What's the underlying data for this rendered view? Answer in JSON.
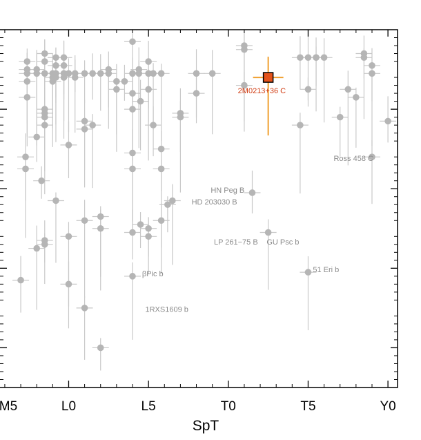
{
  "chart_data": {
    "type": "scatter",
    "title": "",
    "xlabel": "SpT",
    "ylabel": "",
    "xlim": [
      -4.3,
      20.6
    ],
    "ylim": [
      0,
      9
    ],
    "x_ticks": [
      {
        "value": -5,
        "label": "M5"
      },
      {
        "value": 0,
        "label": "L0"
      },
      {
        "value": 5,
        "label": "L5"
      },
      {
        "value": 10,
        "label": "T0"
      },
      {
        "value": 15,
        "label": "T5"
      },
      {
        "value": 20,
        "label": "Y0"
      }
    ],
    "y_major_ticks": [
      1,
      3,
      5,
      7
    ],
    "y_minor_ticks": [
      0.2,
      0.4,
      0.6,
      0.8,
      1.2,
      1.4,
      1.6,
      1.8,
      2.2,
      2.4,
      2.6,
      2.8,
      3.2,
      3.4,
      3.6,
      3.8,
      4.2,
      4.4,
      4.6,
      4.8,
      5.2,
      5.4,
      5.6,
      5.8,
      6.2,
      6.4,
      6.6,
      6.8,
      7.2,
      7.4,
      7.6,
      7.8,
      8.2,
      8.4,
      8.6,
      8.8
    ],
    "grid": false,
    "colors": {
      "points": "#b5b5b5",
      "error_bars": "#c8c8c8",
      "highlight_fill": "#e5531b",
      "highlight_bar": "#f0a030",
      "highlight_label": "#d03a10"
    },
    "series": [
      {
        "name": "",
        "points": [
          {
            "x": -2.6,
            "y": 8.2
          },
          {
            "x": -2.6,
            "y": 8.0
          },
          {
            "x": -2.6,
            "y": 7.9
          },
          {
            "x": -2.6,
            "y": 7.7
          },
          {
            "x": -2.6,
            "y": 7.3
          },
          {
            "x": -2.0,
            "y": 8.0
          },
          {
            "x": -2.0,
            "y": 7.9
          },
          {
            "x": -2.0,
            "y": 6.3
          },
          {
            "x": -2.0,
            "y": 3.5
          },
          {
            "x": -1.5,
            "y": 8.4
          },
          {
            "x": -1.5,
            "y": 8.2
          },
          {
            "x": -1.5,
            "y": 7.9
          },
          {
            "x": -1.5,
            "y": 7.0
          },
          {
            "x": -1.5,
            "y": 6.9
          },
          {
            "x": -1.5,
            "y": 6.8
          },
          {
            "x": -1.5,
            "y": 6.6
          },
          {
            "x": -1.5,
            "y": 3.7
          },
          {
            "x": -1.5,
            "y": 3.6
          },
          {
            "x": -1.0,
            "y": 7.9
          },
          {
            "x": -1.0,
            "y": 7.8
          },
          {
            "x": -1.0,
            "y": 7.7
          },
          {
            "x": -0.8,
            "y": 8.3
          },
          {
            "x": -0.8,
            "y": 8.1
          },
          {
            "x": -0.8,
            "y": 7.9
          },
          {
            "x": -0.8,
            "y": 7.8
          },
          {
            "x": -0.8,
            "y": 4.7
          },
          {
            "x": -0.3,
            "y": 8.3
          },
          {
            "x": -0.3,
            "y": 8.1
          },
          {
            "x": -0.3,
            "y": 7.9
          },
          {
            "x": -0.3,
            "y": 7.8
          },
          {
            "x": 0.0,
            "y": 7.9
          },
          {
            "x": 0.0,
            "y": 6.1
          },
          {
            "x": 0.0,
            "y": 3.8
          },
          {
            "x": 0.0,
            "y": 2.6
          },
          {
            "x": 0.4,
            "y": 7.9
          },
          {
            "x": 0.4,
            "y": 7.8
          },
          {
            "x": 1.0,
            "y": 7.9
          },
          {
            "x": 1.0,
            "y": 6.7
          },
          {
            "x": 1.0,
            "y": 6.5
          },
          {
            "x": 1.0,
            "y": 4.2
          },
          {
            "x": 1.0,
            "y": 2.0
          },
          {
            "x": 1.5,
            "y": 7.9
          },
          {
            "x": 1.5,
            "y": 6.6
          },
          {
            "x": 2.0,
            "y": 7.9
          },
          {
            "x": 2.0,
            "y": 4.3
          },
          {
            "x": 2.0,
            "y": 4.0
          },
          {
            "x": 2.0,
            "y": 1.0
          },
          {
            "x": 2.5,
            "y": 8.0
          },
          {
            "x": 2.5,
            "y": 7.9
          },
          {
            "x": 3.0,
            "y": 7.7
          },
          {
            "x": 3.0,
            "y": 7.5
          },
          {
            "x": 3.5,
            "y": 7.7
          },
          {
            "x": 4.0,
            "y": 8.7
          },
          {
            "x": 4.0,
            "y": 7.9
          },
          {
            "x": 4.0,
            "y": 7.4
          },
          {
            "x": 4.0,
            "y": 7.0
          },
          {
            "x": 4.0,
            "y": 5.9
          },
          {
            "x": 4.0,
            "y": 5.5
          },
          {
            "x": 4.0,
            "y": 3.9
          },
          {
            "x": 4.0,
            "y": 2.8
          },
          {
            "x": 4.4,
            "y": 8.0
          },
          {
            "x": 4.4,
            "y": 7.9
          },
          {
            "x": 4.5,
            "y": 7.2
          },
          {
            "x": 4.5,
            "y": 4.1
          },
          {
            "x": 5.0,
            "y": 8.2
          },
          {
            "x": 5.0,
            "y": 7.9
          },
          {
            "x": 5.0,
            "y": 7.5
          },
          {
            "x": 5.0,
            "y": 4.0
          },
          {
            "x": 5.0,
            "y": 3.8
          },
          {
            "x": 5.3,
            "y": 7.9
          },
          {
            "x": 5.3,
            "y": 6.6
          },
          {
            "x": 5.8,
            "y": 7.9
          },
          {
            "x": 5.8,
            "y": 6.0
          },
          {
            "x": 5.8,
            "y": 5.5
          },
          {
            "x": 5.8,
            "y": 4.2
          },
          {
            "x": 6.2,
            "y": 4.6
          },
          {
            "x": 6.5,
            "y": 4.7
          },
          {
            "x": 7.0,
            "y": 6.9
          },
          {
            "x": 7.0,
            "y": 6.8
          },
          {
            "x": 8.0,
            "y": 7.9
          },
          {
            "x": 8.0,
            "y": 7.4
          },
          {
            "x": 9.0,
            "y": 7.9
          },
          {
            "x": 11.0,
            "y": 8.6
          },
          {
            "x": 11.0,
            "y": 8.5
          },
          {
            "x": 11.0,
            "y": 7.6
          },
          {
            "x": 11.5,
            "y": 4.9
          },
          {
            "x": 12.5,
            "y": 3.9
          },
          {
            "x": 14.5,
            "y": 8.3
          },
          {
            "x": 14.5,
            "y": 6.6
          },
          {
            "x": 15.0,
            "y": 8.3
          },
          {
            "x": 15.0,
            "y": 7.5
          },
          {
            "x": 15.5,
            "y": 8.3
          },
          {
            "x": 15.5,
            "y": 8.3
          },
          {
            "x": 16.0,
            "y": 8.3
          },
          {
            "x": 17.0,
            "y": 6.8
          },
          {
            "x": 17.5,
            "y": 7.5
          },
          {
            "x": 18.0,
            "y": 7.3
          },
          {
            "x": 18.5,
            "y": 8.4
          },
          {
            "x": 18.5,
            "y": 8.3
          },
          {
            "x": 19.0,
            "y": 8.1
          },
          {
            "x": 19.0,
            "y": 7.9
          },
          {
            "x": 19.0,
            "y": 5.8
          },
          {
            "x": 20.0,
            "y": 6.7
          },
          {
            "x": 15.0,
            "y": 2.9
          },
          {
            "x": -3.0,
            "y": 2.7
          },
          {
            "x": -2.7,
            "y": 5.5
          },
          {
            "x": -2.7,
            "y": 5.8
          },
          {
            "x": -1.7,
            "y": 5.2
          }
        ]
      }
    ],
    "highlight": {
      "name": "2M0213+36 C",
      "x": 12.5,
      "y": 7.8
    },
    "annotations": [
      {
        "text": "2M0213+36 C",
        "x": 10.6,
        "y": 7.4
      },
      {
        "text": "Ross 458 C",
        "x": 16.6,
        "y": 5.7
      },
      {
        "text": "HN Peg B",
        "x": 8.9,
        "y": 4.9
      },
      {
        "text": "HD 203030 B",
        "x": 7.7,
        "y": 4.6
      },
      {
        "text": "LP 261−75 B",
        "x": 9.1,
        "y": 3.6
      },
      {
        "text": "GU Psc b",
        "x": 12.4,
        "y": 3.6
      },
      {
        "text": "βPic b",
        "x": 4.6,
        "y": 2.8
      },
      {
        "text": "51 Eri b",
        "x": 15.3,
        "y": 2.9
      },
      {
        "text": "1RXS1609 b",
        "x": 4.8,
        "y": 1.9
      }
    ]
  }
}
